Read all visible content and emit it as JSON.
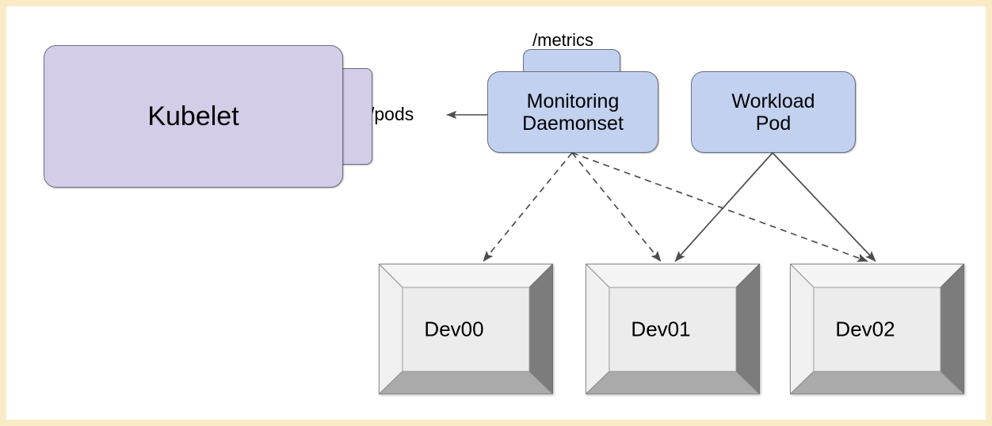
{
  "canvas": {
    "background_color": "#ffffff",
    "border_color": "#faebc8"
  },
  "palette": {
    "pod_purple": "#d4cde8",
    "pod_blue": "#c2d1ef",
    "node_stroke": "#69707d",
    "device_face": "#ececec",
    "device_bevel_light": "#f2f2f2",
    "device_bevel_mid": "#aaaaaa",
    "device_bevel_dark": "#7c7c7c",
    "edge_color": "#4d4d4d"
  },
  "nodes": {
    "kubelet": {
      "label": "Kubelet",
      "fill": "#d4cde8",
      "shape": "rounded-rectangle"
    },
    "pods_port": {
      "label": "/pods",
      "fill": "#d4cde8",
      "shape": "rounded-tab"
    },
    "metrics_port": {
      "label": "/metrics",
      "fill": "#c2d1ef",
      "shape": "rounded-tab"
    },
    "monitoring_daemonset": {
      "label": "Monitoring\nDaemonset",
      "line1": "Monitoring",
      "line2": "Daemonset",
      "fill": "#c2d1ef",
      "shape": "rounded-rectangle"
    },
    "workload_pod": {
      "label": "Workload\nPod",
      "line1": "Workload",
      "line2": "Pod",
      "fill": "#c2d1ef",
      "shape": "rounded-rectangle"
    }
  },
  "devices": [
    {
      "label": "Dev00"
    },
    {
      "label": "Dev01"
    },
    {
      "label": "Dev02"
    }
  ],
  "edges": [
    {
      "from": "monitoring-daemonset",
      "to": "pods-port",
      "style": "solid",
      "arrow": "end"
    },
    {
      "from": "monitoring-daemonset",
      "to": "device-dev00",
      "style": "dashed",
      "arrow": "end"
    },
    {
      "from": "monitoring-daemonset",
      "to": "device-dev01",
      "style": "dashed",
      "arrow": "end"
    },
    {
      "from": "monitoring-daemonset",
      "to": "device-dev02",
      "style": "dashed",
      "arrow": "end"
    },
    {
      "from": "workload-pod",
      "to": "device-dev01",
      "style": "solid",
      "arrow": "end"
    },
    {
      "from": "workload-pod",
      "to": "device-dev02",
      "style": "solid",
      "arrow": "end"
    }
  ]
}
